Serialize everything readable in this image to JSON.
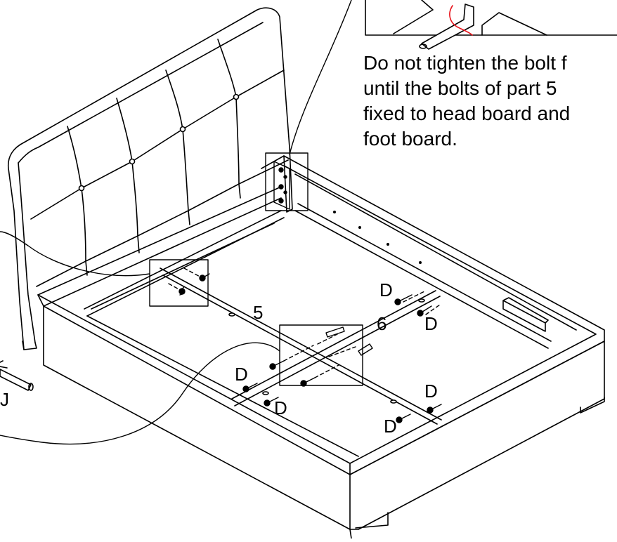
{
  "note": {
    "lines": [
      "Do not tighten the bolt f",
      "until the bolts of part 5",
      "fixed to head board and",
      "foot board."
    ]
  },
  "labels": {
    "part_5": "5",
    "part_6": "6",
    "hardware_d": "D",
    "tool_j": "J"
  },
  "colors": {
    "line": "#000000",
    "tightening_arrow": "#e8141c",
    "background": "#ffffff"
  },
  "icons": {
    "allen_key": "allen-key-icon",
    "bolt": "bolt-icon"
  }
}
